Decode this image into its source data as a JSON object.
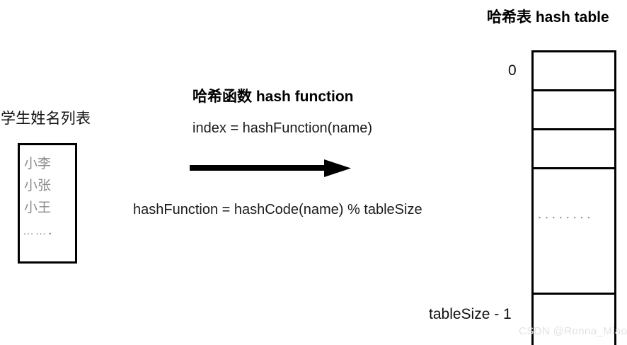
{
  "diagram": {
    "title_right": "哈希表 hash table",
    "left_panel": {
      "label": "学生姓名列表",
      "items": [
        "小李",
        "小张",
        "小王"
      ],
      "ellipsis": "……．"
    },
    "middle_panel": {
      "heading": "哈希函数 hash function",
      "formula_top": "index = hashFunction(name)",
      "formula_bottom": "hashFunction = hashCode(name) % tableSize",
      "arrow": "right-arrow"
    },
    "hash_table": {
      "index_first": "0",
      "index_last": "tableSize - 1",
      "cell_ellipsis": "．．．．．．．．",
      "rows": [
        "",
        "",
        "",
        "",
        ""
      ]
    },
    "watermark": "CSDN @Ronna_Miao",
    "colors": {
      "ink": "#000000",
      "muted_text": "#8c8c8c",
      "watermark": "#e2e2e2",
      "background": "#ffffff"
    }
  }
}
